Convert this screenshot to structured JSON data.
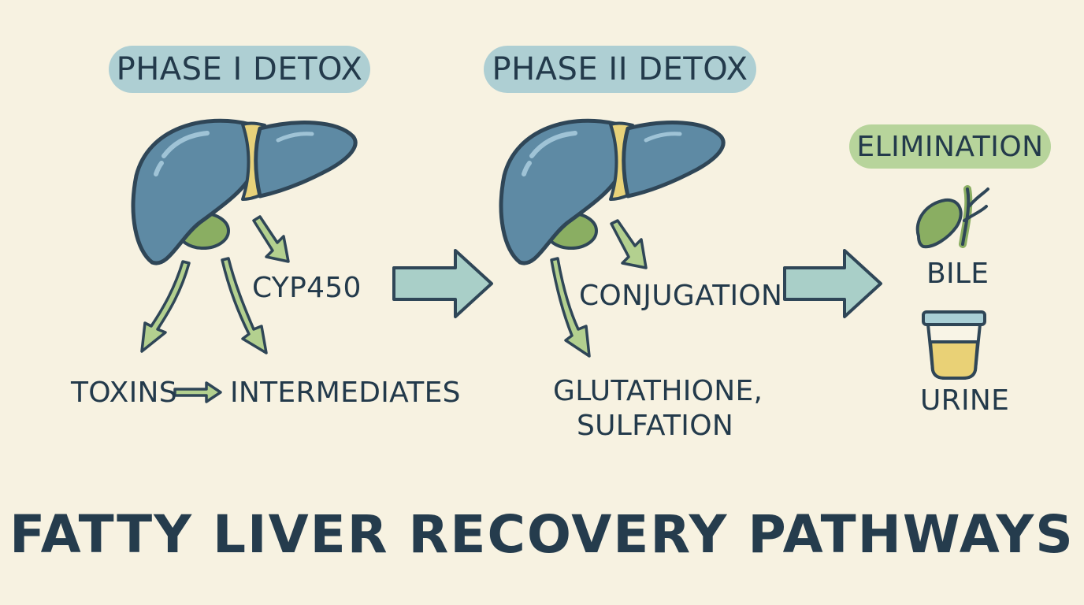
{
  "phase1": {
    "header": "PHASE I DETOX",
    "enzyme": "CYP450",
    "from": "TOXINS",
    "to": "INTERMEDIATES"
  },
  "phase2": {
    "header": "PHASE II DETOX",
    "process": "CONJUGATION",
    "products_line1": "GLUTATHIONE,",
    "products_line2": "SULFATION"
  },
  "elimination": {
    "header": "ELIMINATION",
    "route1": "BILE",
    "route2": "URINE"
  },
  "title": "FATTY LIVER RECOVERY PATHWAYS",
  "colors": {
    "background": "#f7f2e1",
    "liver": "#5e8aa4",
    "gallbladder": "#8aae62",
    "arrow_green": "#b3d08f",
    "arrow_teal": "#a9cfc8",
    "pill_blue": "#aecfd3",
    "pill_green": "#b7d49b",
    "urine": "#e9d176"
  }
}
